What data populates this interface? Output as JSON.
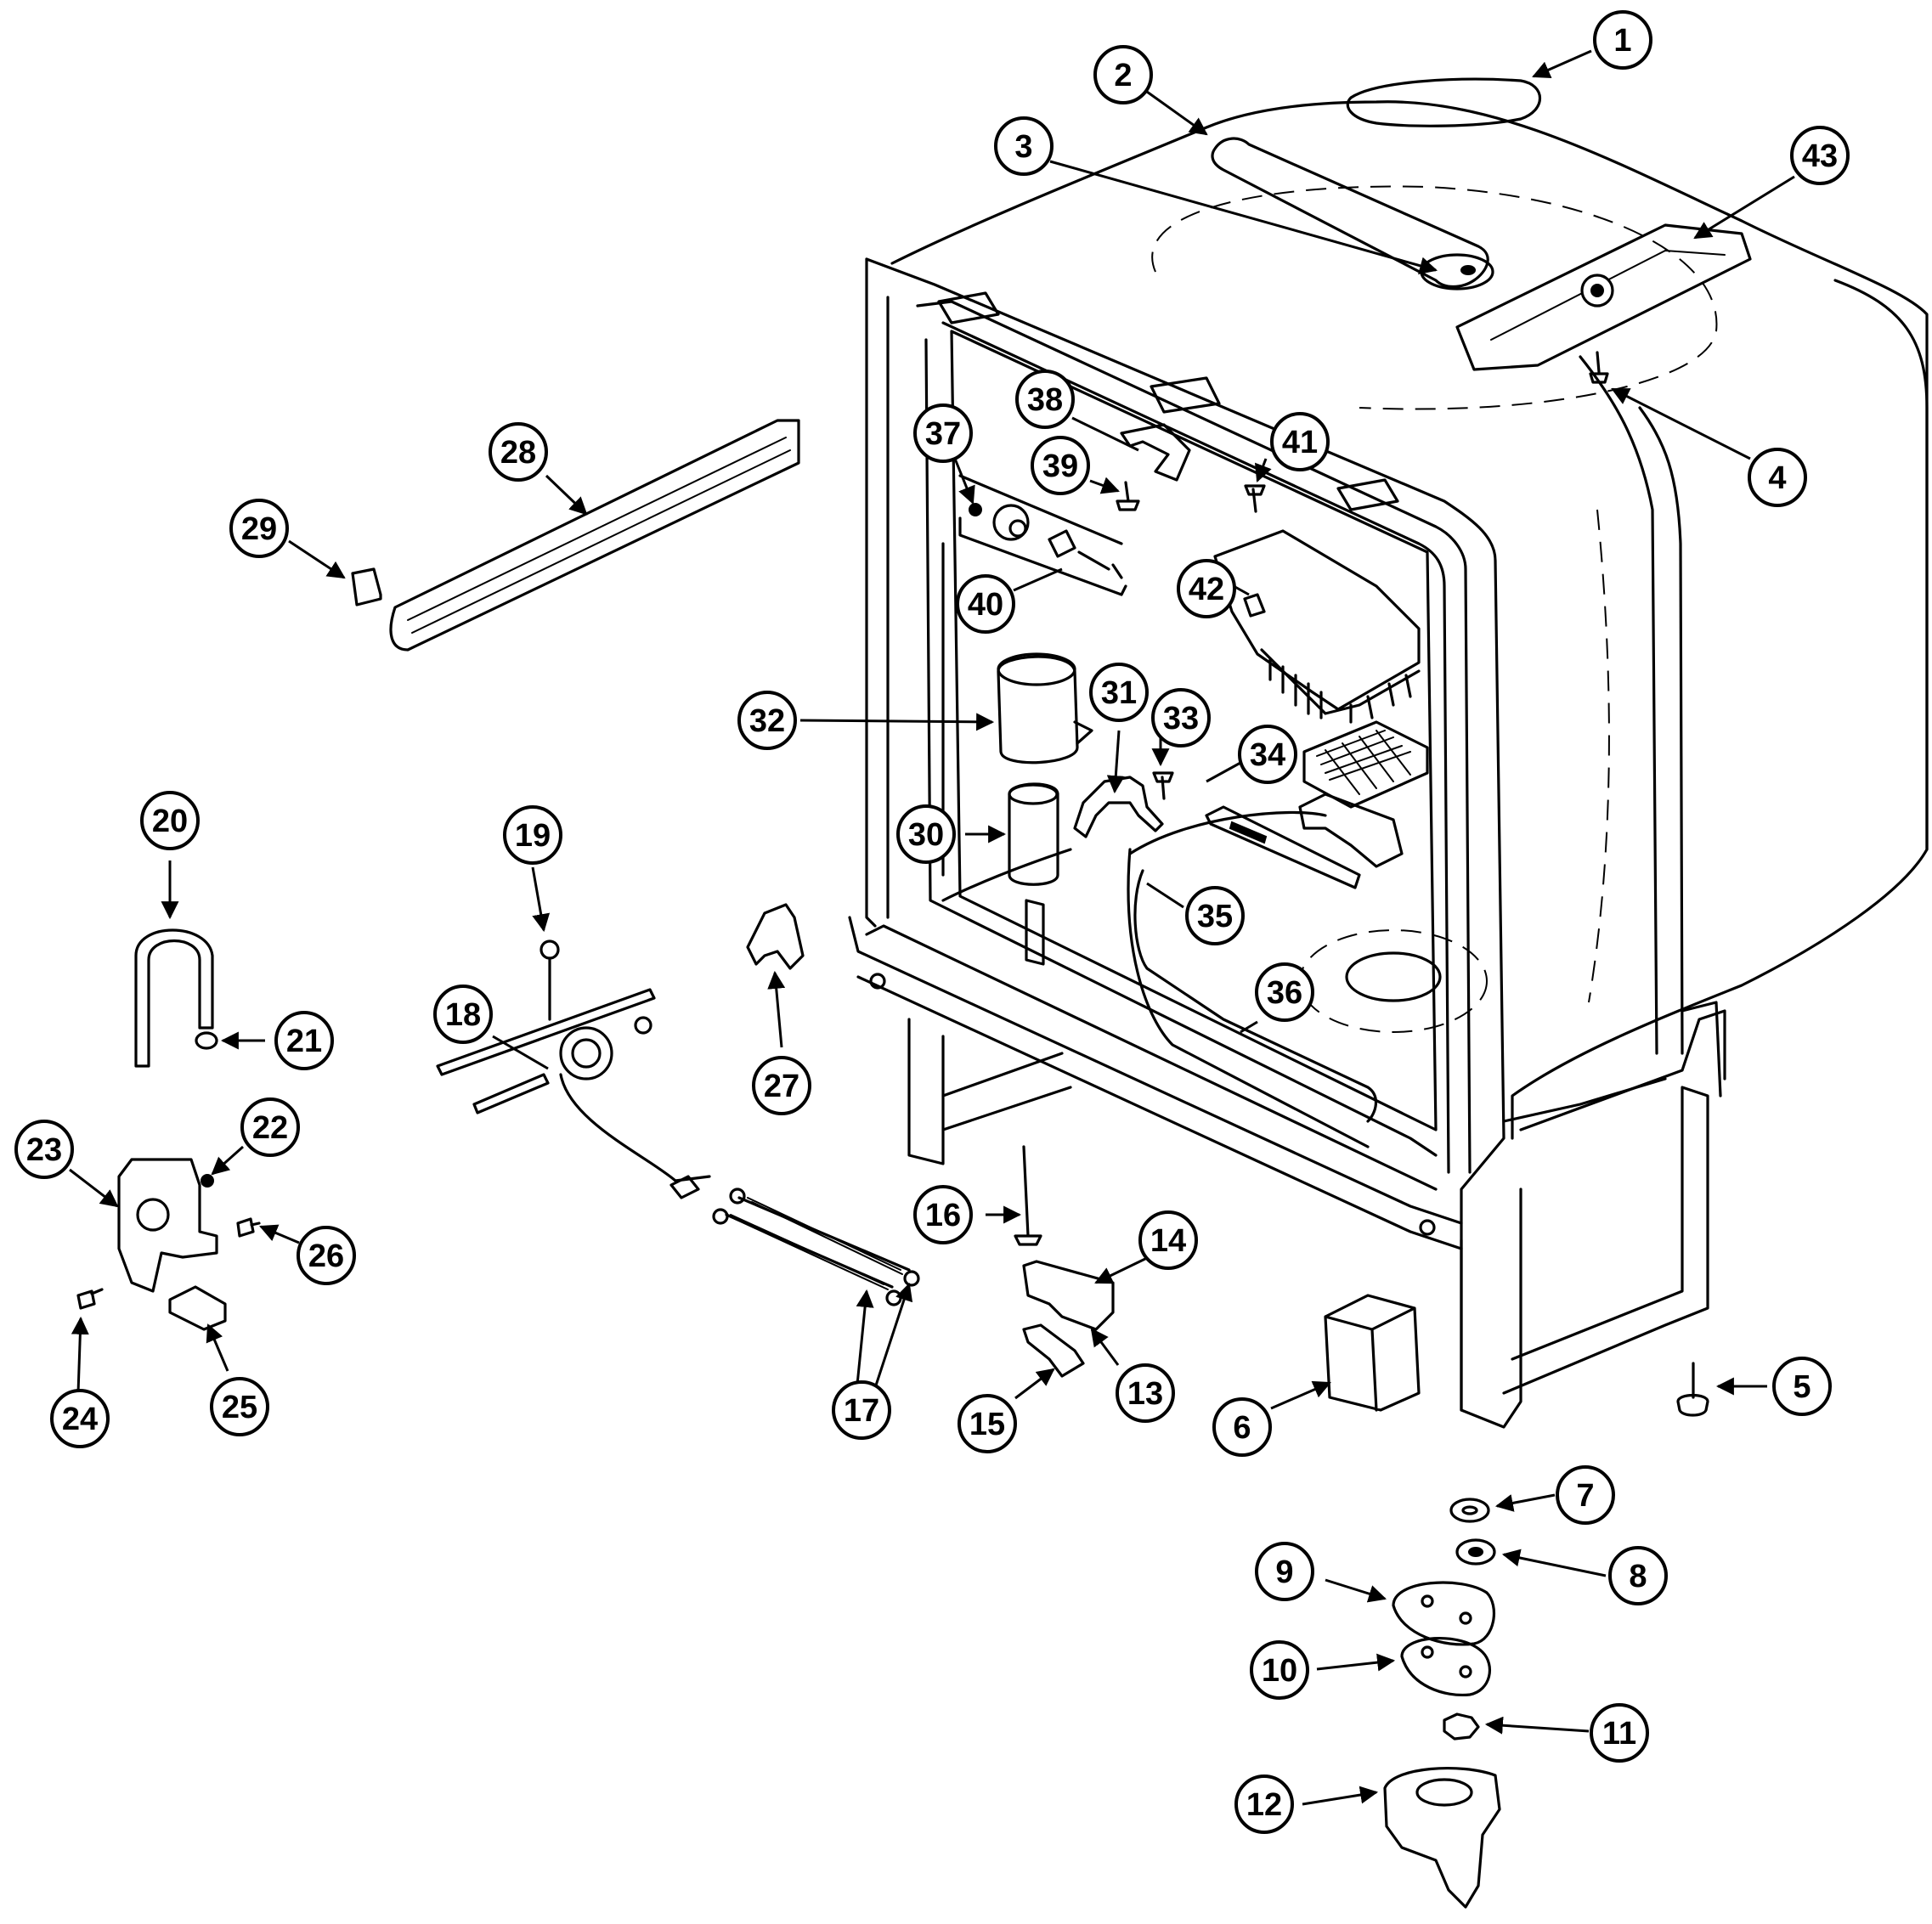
{
  "callouts": [
    {
      "label": "1"
    },
    {
      "label": "2"
    },
    {
      "label": "3"
    },
    {
      "label": "4"
    },
    {
      "label": "5"
    },
    {
      "label": "6"
    },
    {
      "label": "7"
    },
    {
      "label": "8"
    },
    {
      "label": "9"
    },
    {
      "label": "10"
    },
    {
      "label": "11"
    },
    {
      "label": "12"
    },
    {
      "label": "13"
    },
    {
      "label": "14"
    },
    {
      "label": "15"
    },
    {
      "label": "16"
    },
    {
      "label": "17"
    },
    {
      "label": "18"
    },
    {
      "label": "19"
    },
    {
      "label": "20"
    },
    {
      "label": "21"
    },
    {
      "label": "22"
    },
    {
      "label": "23"
    },
    {
      "label": "24"
    },
    {
      "label": "25"
    },
    {
      "label": "26"
    },
    {
      "label": "27"
    },
    {
      "label": "28"
    },
    {
      "label": "29"
    },
    {
      "label": "30"
    },
    {
      "label": "31"
    },
    {
      "label": "32"
    },
    {
      "label": "33"
    },
    {
      "label": "34"
    },
    {
      "label": "35"
    },
    {
      "label": "36"
    },
    {
      "label": "37"
    },
    {
      "label": "38"
    },
    {
      "label": "39"
    },
    {
      "label": "40"
    },
    {
      "label": "41"
    },
    {
      "label": "42"
    },
    {
      "label": "43"
    }
  ]
}
